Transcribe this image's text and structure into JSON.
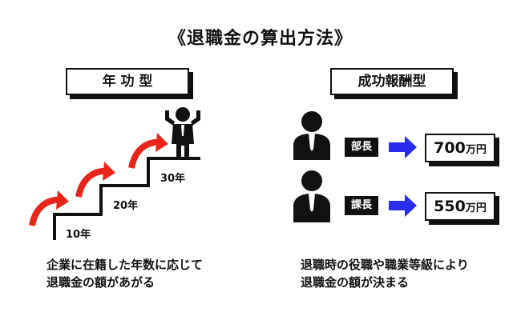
{
  "title": "《退職金の算出方法》",
  "left": {
    "header": "年 功 型",
    "years": [
      "10年",
      "20年",
      "30年"
    ],
    "description": "企業に在籍した年数に応じて\n退職金の額があがる"
  },
  "right": {
    "header": "成功報酬型",
    "rows": [
      {
        "role": "部長",
        "amount": "700",
        "unit": "万円"
      },
      {
        "role": "課長",
        "amount": "550",
        "unit": "万円"
      }
    ],
    "description": "退職時の役職や職業等級により\n退職金の額が決まる"
  },
  "colors": {
    "stair_arrow": "#e8251b",
    "flow_arrow": "#2a2cf0",
    "ink": "#111111"
  },
  "icons": [
    "person-icon",
    "arrow-right-icon",
    "curved-arrow-icon"
  ]
}
